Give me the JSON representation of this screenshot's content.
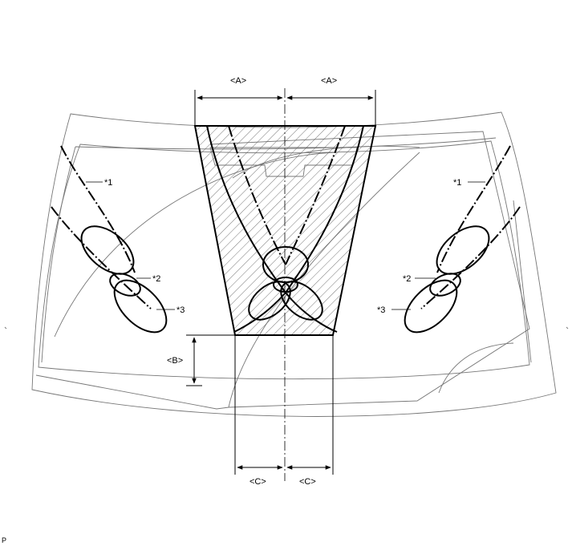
{
  "dimensions": {
    "a_left": "<A>",
    "a_right": "<A>",
    "b": "<B>",
    "c_left": "<C>",
    "c_right": "<C>"
  },
  "callouts": {
    "left_1": "*1",
    "left_2": "*2",
    "left_3": "*3",
    "right_1": "*1",
    "right_2": "*2",
    "right_3": "*3"
  },
  "corner_mark": "P"
}
